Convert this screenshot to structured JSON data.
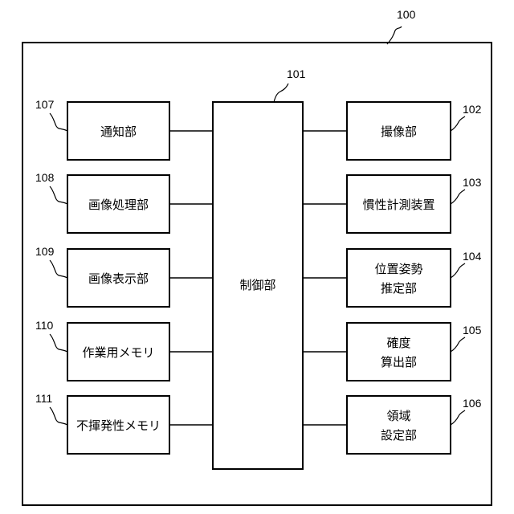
{
  "figure": {
    "system_ref": "100",
    "controller": {
      "ref": "101",
      "label": "制御部"
    },
    "left_blocks": [
      {
        "ref": "107",
        "lines": [
          "通知部"
        ]
      },
      {
        "ref": "108",
        "lines": [
          "画像処理部"
        ]
      },
      {
        "ref": "109",
        "lines": [
          "画像表示部"
        ]
      },
      {
        "ref": "110",
        "lines": [
          "作業用メモリ"
        ]
      },
      {
        "ref": "111",
        "lines": [
          "不揮発性メモリ"
        ]
      }
    ],
    "right_blocks": [
      {
        "ref": "102",
        "lines": [
          "撮像部"
        ]
      },
      {
        "ref": "103",
        "lines": [
          "慣性計測装置"
        ]
      },
      {
        "ref": "104",
        "lines": [
          "位置姿勢",
          "推定部"
        ]
      },
      {
        "ref": "105",
        "lines": [
          "確度",
          "算出部"
        ]
      },
      {
        "ref": "106",
        "lines": [
          "領域",
          "設定部"
        ]
      }
    ]
  }
}
